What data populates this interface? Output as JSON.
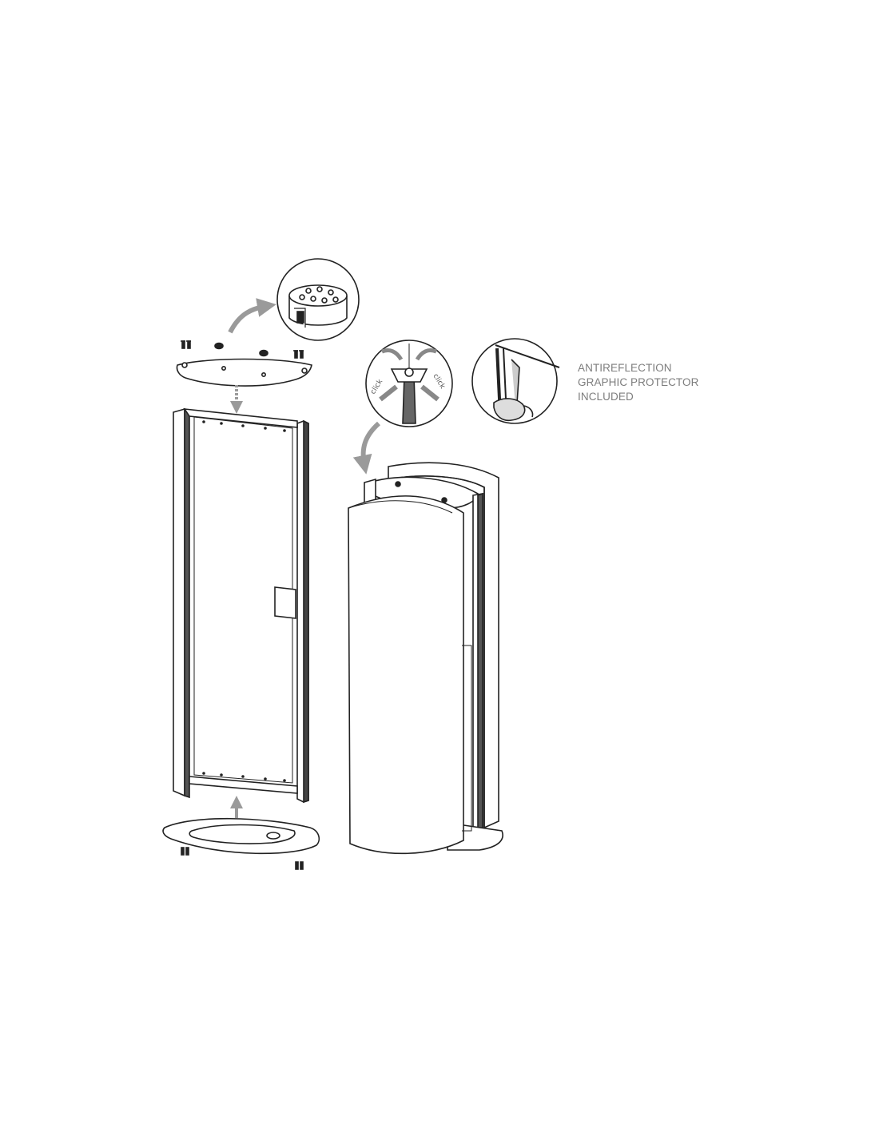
{
  "callout": {
    "lines": [
      "ANTIREFLECTION",
      "GRAPHIC PROTECTOR",
      "INCLUDED"
    ]
  },
  "detail": {
    "click_left": "click",
    "click_right": "click"
  },
  "colors": {
    "line": "#222222",
    "arrow": "#9a9a9a",
    "graphic_panel": "#a6a6a6",
    "callout_text": "#7d7d7d"
  },
  "icons": [
    "screw-icon",
    "arrow-down-icon",
    "arrow-up-icon",
    "curved-arrow-icon",
    "magnifier-circle"
  ]
}
